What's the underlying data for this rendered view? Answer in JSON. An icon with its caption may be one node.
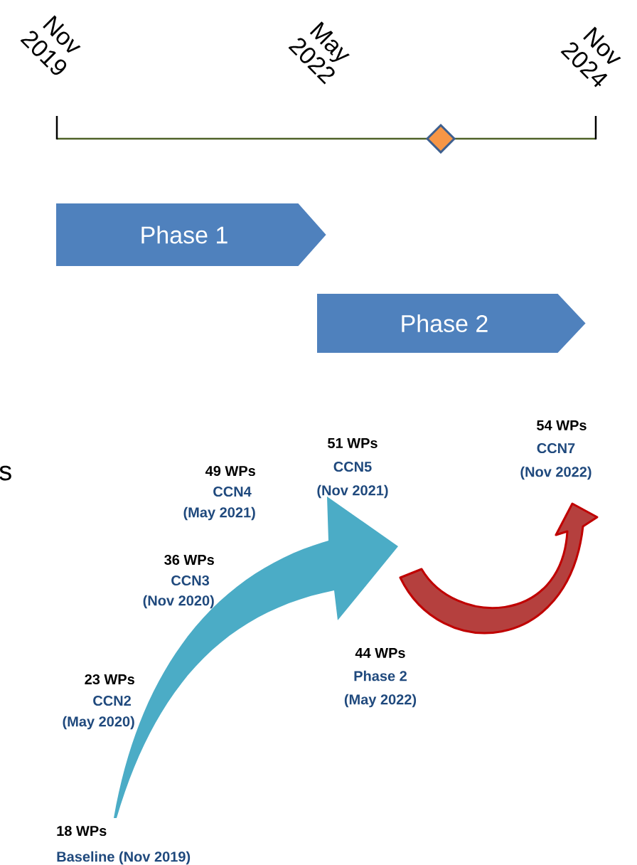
{
  "diagram": {
    "nodes": [
      {
        "text": [
          "Phase 1"
        ]
      },
      {
        "text": [
          "Phase 2"
        ]
      }
    ],
    "labels": [
      "Nov 2019",
      "May 2022",
      "Nov 2024",
      "s",
      "54 WPs",
      "CCN7",
      "(Nov 2022)",
      "51 WPs",
      "CCN5",
      "(Nov 2021)",
      "49 WPs",
      "CCN4",
      "(May 2021)",
      "36 WPs",
      "CCN3",
      "(Nov 2020)",
      "44 WPs",
      "Phase 2",
      "(May 2022)",
      "23 WPs",
      "CCN2",
      "(May 2020)",
      "18 WPs",
      "Baseline (Nov 2019)"
    ]
  }
}
